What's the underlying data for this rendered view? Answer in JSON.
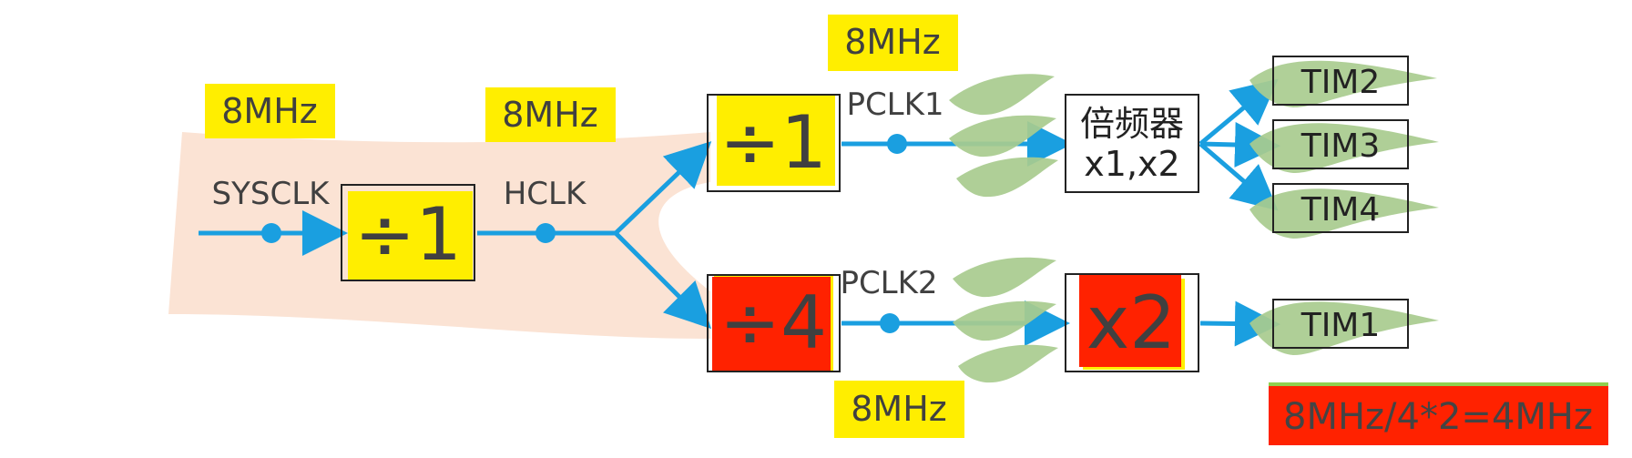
{
  "signals": {
    "sysclk": "SYSCLK",
    "hclk": "HCLK",
    "pclk1": "PCLK1",
    "pclk2": "PCLK2"
  },
  "freq_labels": {
    "sysclk_freq": "8MHz",
    "hclk_freq": "8MHz",
    "pclk1_freq": "8MHz",
    "pclk2_freq": "8MHz"
  },
  "dividers": {
    "ahb": "÷1",
    "apb1": "÷1",
    "apb2": "÷4"
  },
  "multipliers": {
    "apb1_line1": "倍频器",
    "apb1_line2": "x1,x2",
    "apb2": "x2"
  },
  "timers": {
    "tim2": "TIM2",
    "tim3": "TIM3",
    "tim4": "TIM4",
    "tim1": "TIM1"
  },
  "formula": "8MHz/4*2=4MHz",
  "colors": {
    "arrow": "#1a9fe0",
    "highlight_yellow": "#ffee00",
    "highlight_red": "#ff2200",
    "flow_band": "#fbe3d4",
    "leaf": "#a9cc8f"
  }
}
